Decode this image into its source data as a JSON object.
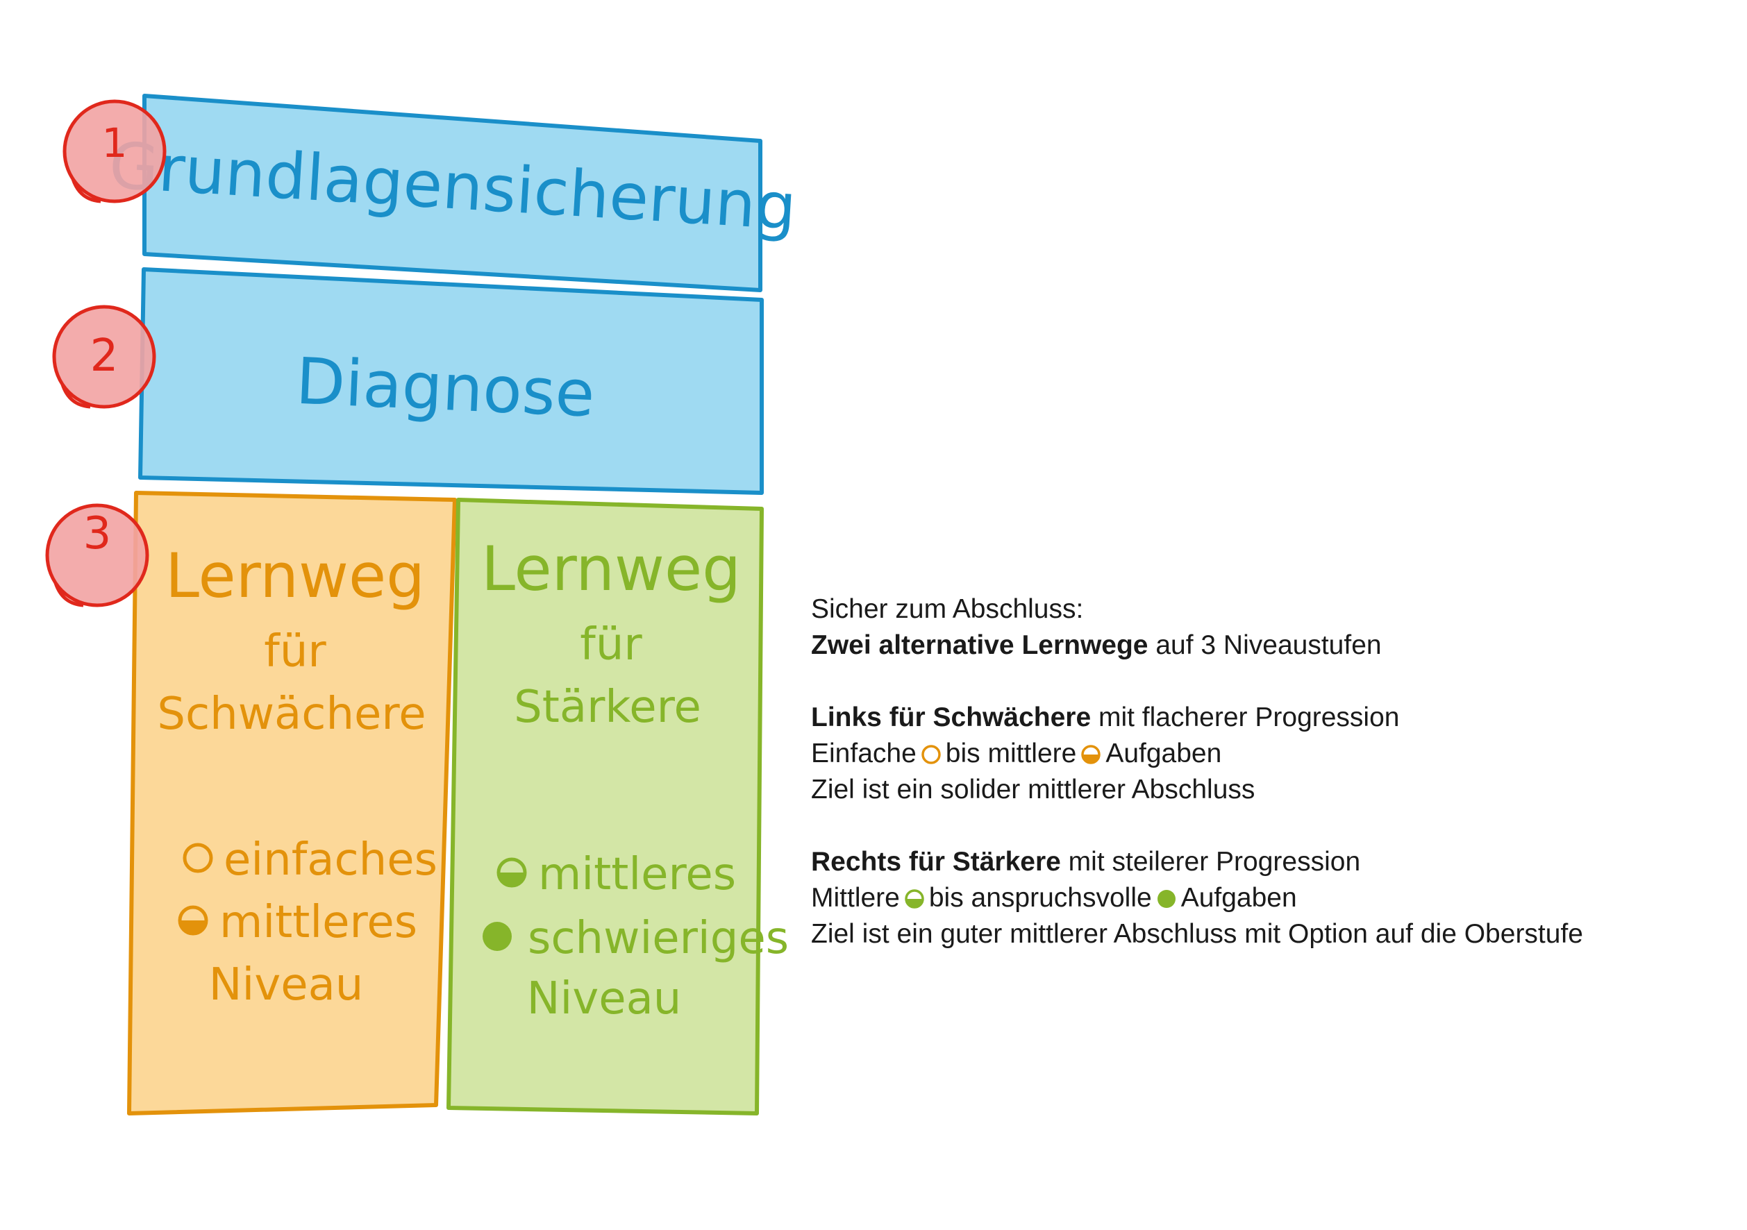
{
  "colors": {
    "blue_fill": "#9fdaf2",
    "blue_stroke": "#1a8fc9",
    "orange_fill": "#fcd899",
    "orange_stroke": "#e3920b",
    "green_fill": "#d3e6a6",
    "green_stroke": "#86b52a",
    "marker_fill": "#f2a3a3",
    "marker_stroke": "#e0281c",
    "text": "#1a1a1a"
  },
  "steps": [
    {
      "number": "1",
      "label": "Grundlagensicherung"
    },
    {
      "number": "2",
      "label": "Diagnose"
    },
    {
      "number": "3",
      "label": ""
    }
  ],
  "path_weak": {
    "title": "Lernweg",
    "subtitle_1": "für",
    "subtitle_2": "Schwächere",
    "level_1": "einfaches",
    "level_2": "mittleres",
    "level_suffix": "Niveau",
    "icon_1": "empty-circle-icon",
    "icon_2": "half-filled-circle-icon"
  },
  "path_strong": {
    "title": "Lernweg",
    "subtitle_1": "für",
    "subtitle_2": "Stärkere",
    "level_1": "mittleres",
    "level_2": "schwieriges",
    "level_suffix": "Niveau",
    "icon_1": "half-filled-circle-icon",
    "icon_2": "filled-circle-icon"
  },
  "legend": {
    "intro": "Sicher zum Abschluss:",
    "headline_bold": "Zwei alternative Lernwege",
    "headline_rest": "auf 3 Niveaustufen",
    "left_bold": "Links für Schwächere",
    "left_rest": "mit flacherer Progression",
    "left_tasks_a": "Einfache",
    "left_tasks_b": "bis mittlere",
    "left_tasks_c": "Aufgaben",
    "left_goal": "Ziel ist ein solider mittlerer Abschluss",
    "right_bold": "Rechts für Stärkere",
    "right_rest": "mit steilerer Progression",
    "right_tasks_a": "Mittlere",
    "right_tasks_b": "bis anspruchsvolle",
    "right_tasks_c": "Aufgaben",
    "right_goal": "Ziel ist ein guter mittlerer Abschluss mit Option auf die Oberstufe"
  }
}
